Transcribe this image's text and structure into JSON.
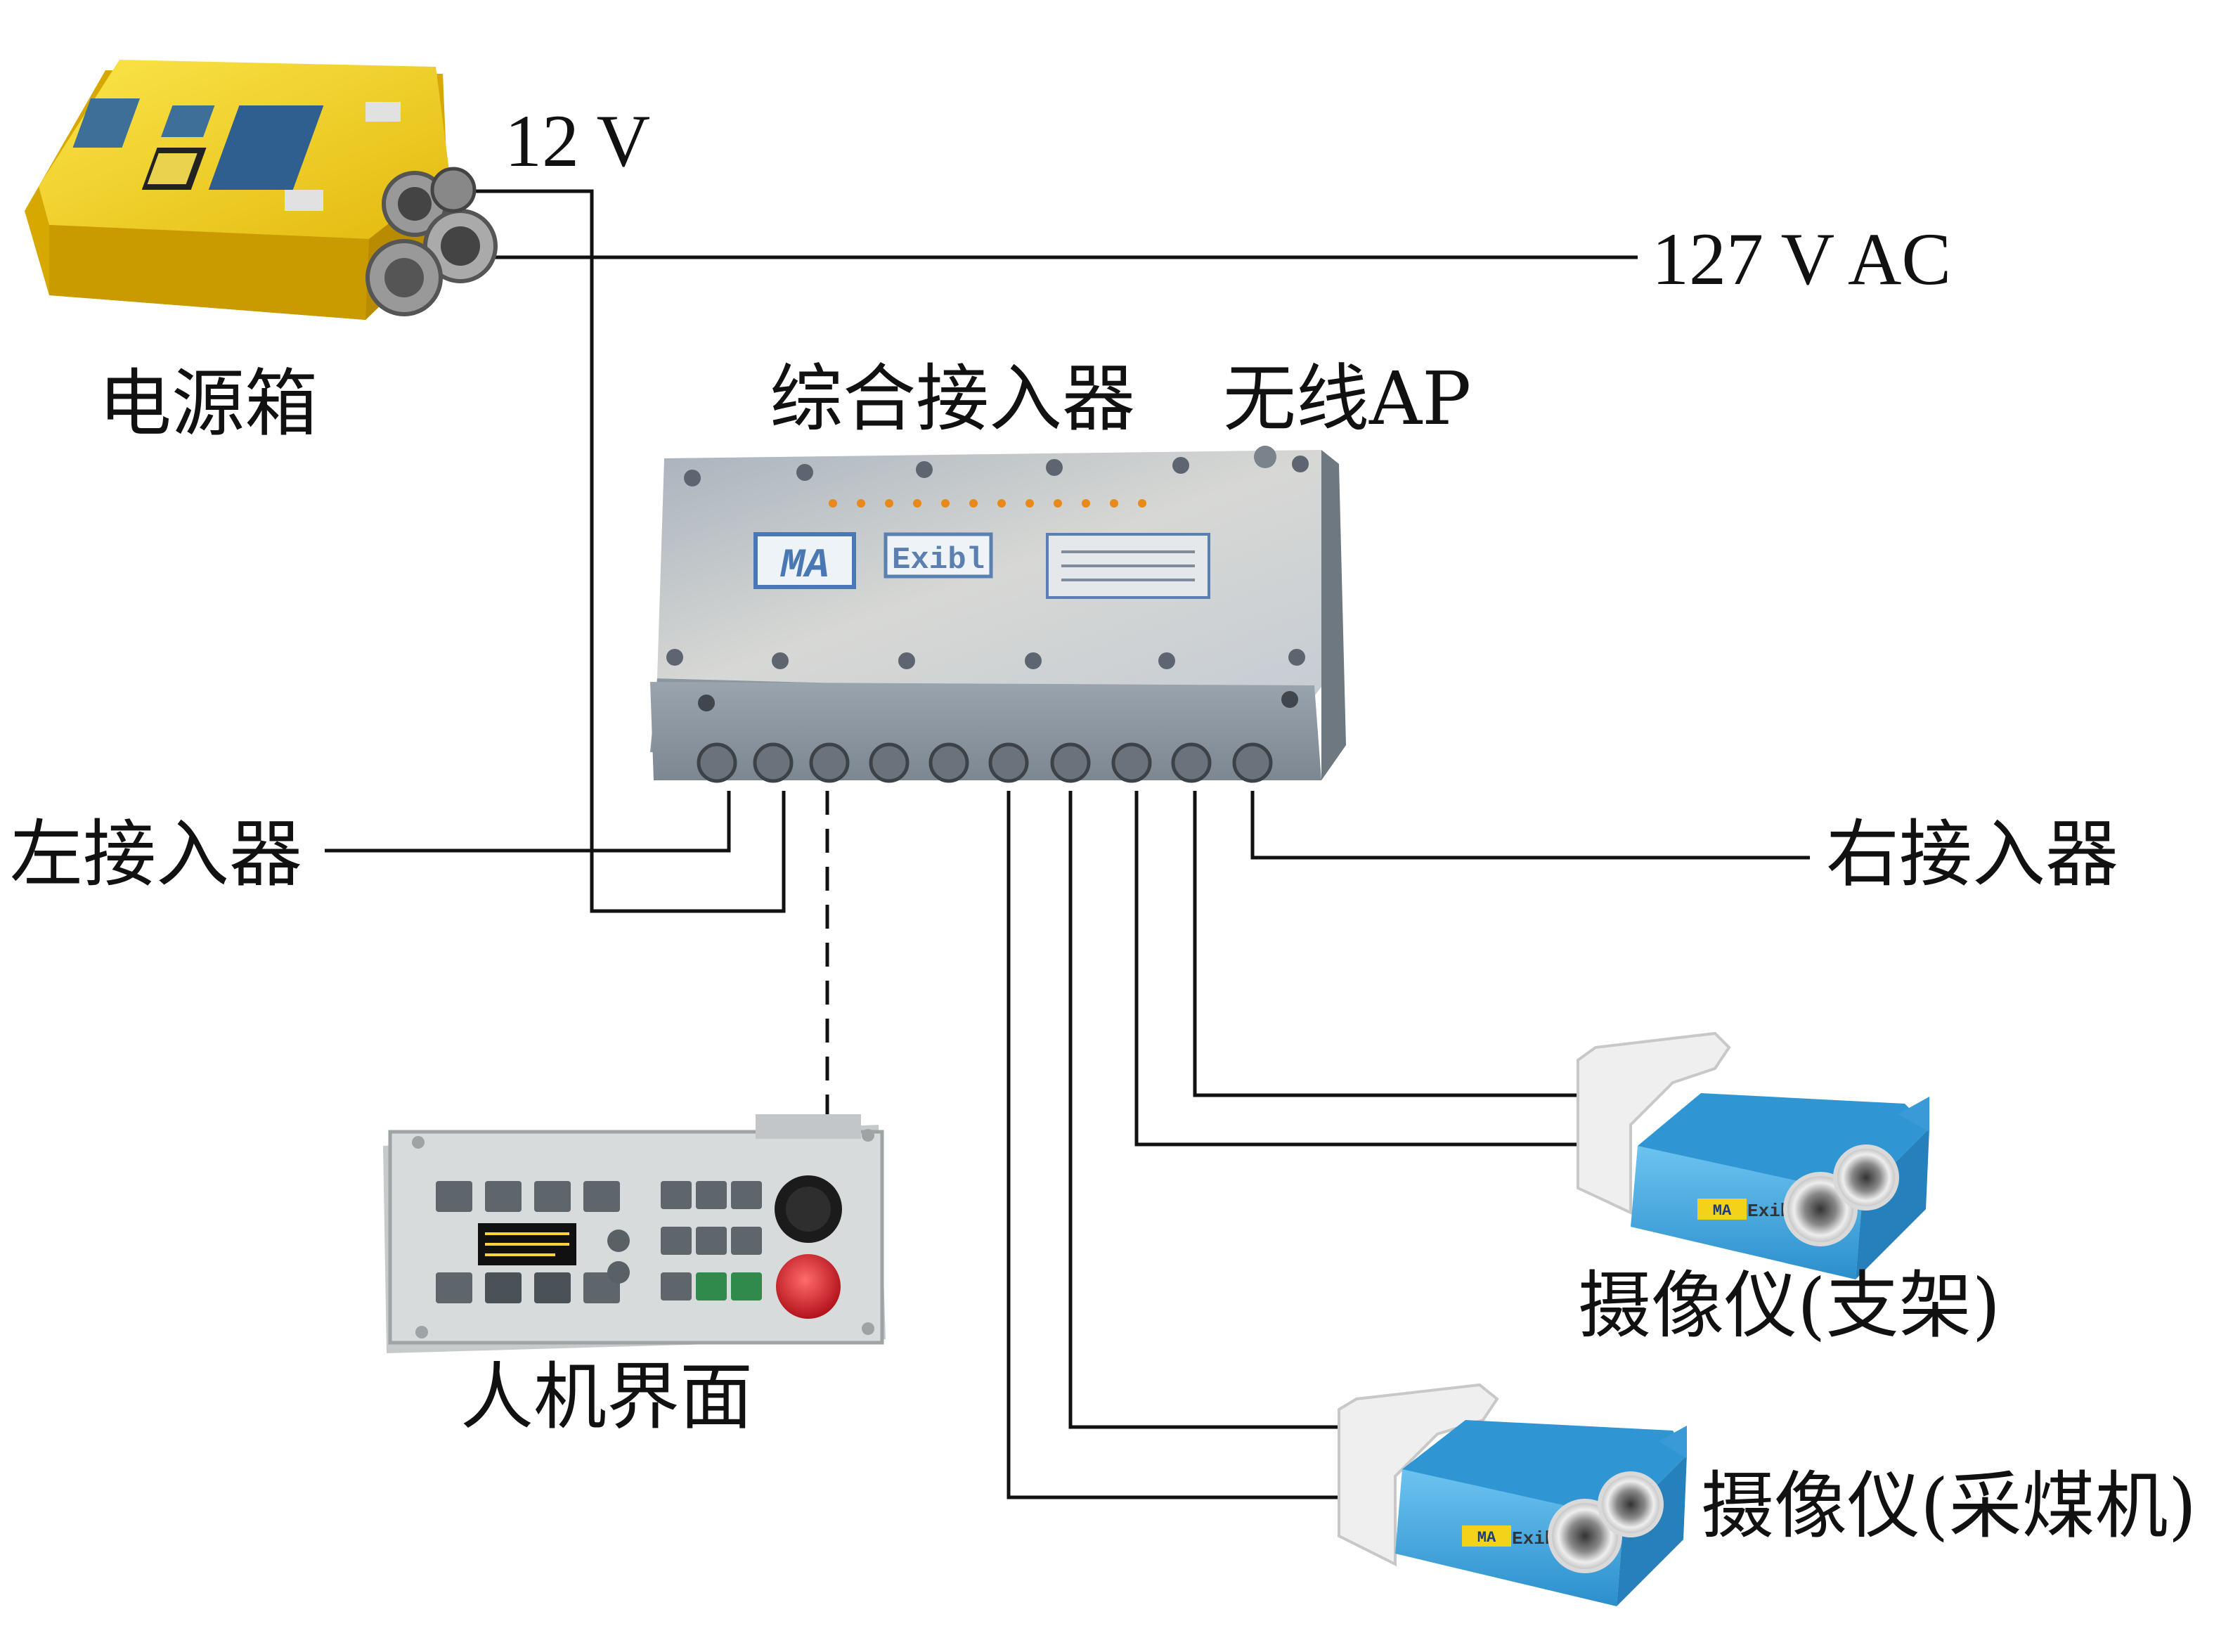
{
  "labels": {
    "power_box": "电源箱",
    "v12": "12 V",
    "v127": "127 V AC",
    "access_unit": "综合接入器",
    "wireless_ap": "无线AP",
    "left_access": "左接入器",
    "right_access": "右接入器",
    "hmi": "人机界面",
    "camera_support": "摄像仪(支架)",
    "camera_shearer": "摄像仪(采煤机)"
  },
  "logos": {
    "ma": "MA",
    "exibi": "Exibl"
  },
  "colors": {
    "line": "#111111",
    "power_box": "#f2d31a",
    "access_unit": "#b9c3cc",
    "camera_body": "#3aa3dd",
    "camera_bracket": "#eeeeee",
    "hmi_panel": "#cfd2d3",
    "estop": "#d8202a"
  }
}
